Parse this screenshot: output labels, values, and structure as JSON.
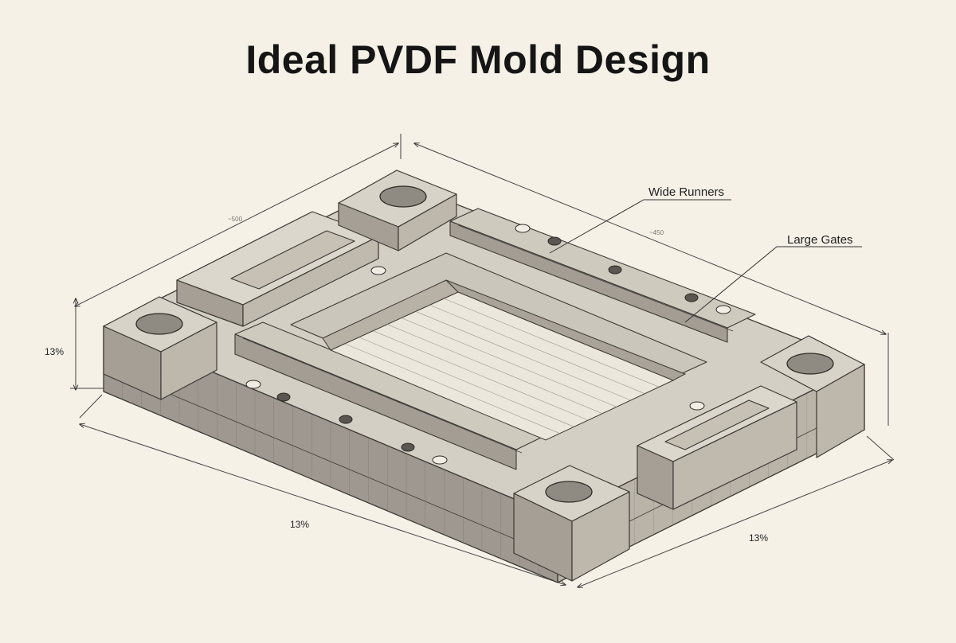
{
  "title": "Ideal PVDF Mold Design",
  "callouts": {
    "runners": "Wide Runners",
    "gates": "Large Gates"
  },
  "dimensions": {
    "height": "13%",
    "front_length": "13%",
    "right_width": "13%",
    "top_left_faint": "~500",
    "top_right_faint": "~450"
  },
  "colors": {
    "background": "#f5f1e7",
    "top_face": "#d4cfc4",
    "front_face": "#9e9890",
    "side_face": "#b9b3a8",
    "cavity_floor": "#ece7dc",
    "line": "#3c3a36"
  }
}
